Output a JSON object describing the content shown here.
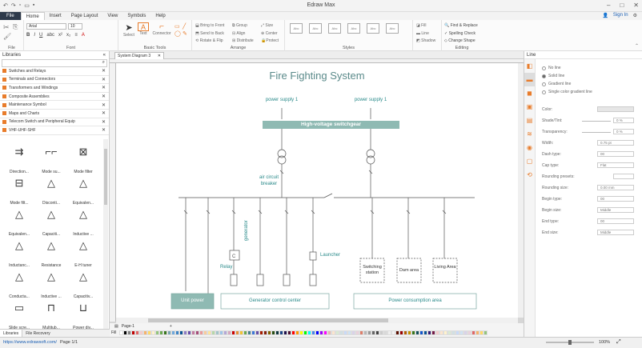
{
  "app": {
    "title": "Edraw Max",
    "sign_in": "Sign In"
  },
  "menu": [
    "File",
    "Home",
    "Insert",
    "Page Layout",
    "View",
    "Symbols",
    "Help"
  ],
  "ribbon": {
    "groups": [
      "File",
      "Font",
      "Basic Tools",
      "Arrange",
      "Styles",
      "Editing"
    ],
    "font_name": "Arial",
    "font_size": "10",
    "tools": [
      "Select",
      "Text",
      "Connector"
    ],
    "arrange": [
      "Bring to Front",
      "Send to Back",
      "Rotate & Flip",
      "Group",
      "Align",
      "Distribute",
      "Size",
      "Center",
      "Protect"
    ],
    "style_box": "Abc",
    "fill_items": [
      "Fill",
      "Line",
      "Shadow"
    ],
    "editing": [
      "Find & Replace",
      "Spelling Check",
      "Change Shape"
    ]
  },
  "libraries": {
    "title": "Libraries",
    "items": [
      "Switches and Relays",
      "Terminals and Connectors",
      "Transformers and Windings",
      "Composite Assemblies",
      "Maintenance Symbol",
      "Maps and Charts",
      "Telecom Switch and Peripheral Equip",
      "VHF-UHF-SHF"
    ],
    "shapes": [
      "Direction...",
      "Mode su...",
      "Mode filter",
      "Mode filt...",
      "Disconti...",
      "Equivalen...",
      "Equivalen...",
      "Capaciti...",
      "Inductive ...",
      "Inductanc...",
      "Resistance",
      "E-H tuner",
      "Conducta...",
      "Inductive ...",
      "Capacitiv...",
      "Slide scre...",
      "Multitub...",
      "Power div..."
    ],
    "bottom_tabs": [
      "Libraries",
      "File Recovery"
    ]
  },
  "document": {
    "tab": "System Diagram 3"
  },
  "diagram": {
    "title": "Fire Fighting System",
    "power_supply": "power supply 1",
    "switchgear": "High-voltage switchgear",
    "breaker": "air circuit breaker",
    "generator": "generator",
    "relay": "Relay",
    "launcher": "Launcher",
    "switching": "Switching station",
    "dam": "Dam area",
    "living": "Living Area",
    "unit_power": "Unit power",
    "gen_center": "Generator control center",
    "consumption": "Power consumption area"
  },
  "line_panel": {
    "title": "Line",
    "options": [
      "No line",
      "Solid line",
      "Gradient line",
      "Single color gradient line"
    ],
    "props": [
      "Color:",
      "Shade/Tint:",
      "Transparency:",
      "Width:",
      "Dash type:",
      "Cap type:",
      "Rounding presets:",
      "Rounding size:",
      "Begin type:",
      "Begin size:",
      "End type:",
      "End size:"
    ],
    "values": [
      "",
      "0 %",
      "0 %",
      "0.75 pt",
      "00",
      "Flat",
      "",
      "0.00 mm",
      "00",
      "Middle",
      "00",
      "Middle"
    ]
  },
  "page_bar": {
    "page_name": "Page-1",
    "fill_label": "Fill"
  },
  "status": {
    "url": "https://www.edrawsoft.com/",
    "page": "Page 1/1",
    "zoom": "100%"
  }
}
